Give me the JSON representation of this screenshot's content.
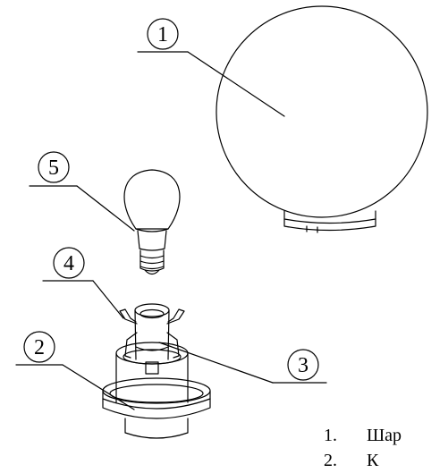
{
  "callouts": {
    "c1": "1",
    "c2": "2",
    "c3": "3",
    "c4": "4",
    "c5": "5"
  },
  "legend": [
    {
      "num": "1.",
      "label": "Шар"
    },
    {
      "num": "2.",
      "label": "К"
    }
  ]
}
